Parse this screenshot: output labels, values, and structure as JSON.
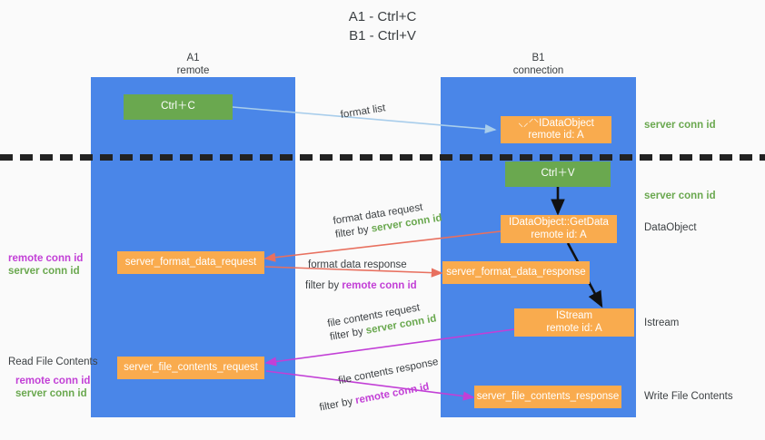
{
  "title": {
    "line1": "A1 - Ctrl+C",
    "line2": "B1 - Ctrl+V"
  },
  "lanes": [
    {
      "name": "A1",
      "sub": "remote"
    },
    {
      "name": "B1",
      "sub": "connection"
    }
  ],
  "boxes": {
    "ctrl_c": "Ctrl＋C",
    "ctrl_v": "Ctrl＋V",
    "idataobject": {
      "line1": "⸜⸝⸍⸌IDataObject",
      "line2": "remote id: A"
    },
    "getdata": {
      "line1": "IDataObject::GetData",
      "line2": "remote id: A"
    },
    "istream": {
      "line1": "IStream",
      "line2": "remote id: A"
    },
    "server_format_data_request": "server_format_data_request",
    "server_format_data_response": "server_format_data_response",
    "server_file_contents_request": "server_file_contents_request",
    "server_file_contents_response": "server_file_contents_response"
  },
  "edge_labels": {
    "format_list": "format list",
    "format_data_request": "format data request",
    "format_data_request_filter_prefix": "filter by ",
    "format_data_request_filter_value": "server conn id",
    "format_data_response": "format data response",
    "format_data_response_filter_prefix": "filter by ",
    "format_data_response_filter_value": "remote conn id",
    "file_contents_request": "file contents request",
    "file_contents_request_filter_prefix": "filter by ",
    "file_contents_request_filter_value": "server conn id",
    "file_contents_response": "file contents response",
    "file_contents_response_filter_prefix": "filter by ",
    "file_contents_response_filter_value": "remote conn id"
  },
  "right_labels": {
    "server_conn_id_top": "server conn id",
    "server_conn_id_mid": "server conn id",
    "dataobject": "DataObject",
    "istream": "Istream",
    "write_file_contents": "Write File Contents"
  },
  "left_labels": {
    "remote_conn_id_upper": "remote conn id",
    "server_conn_id_upper": "server conn id",
    "read_file_contents": "Read File Contents",
    "remote_conn_id_lower": "remote conn id",
    "server_conn_id_lower": "server conn id"
  },
  "colors": {
    "lane": "#4a86e8",
    "green_box": "#6aa84f",
    "orange_box": "#f9ab4e",
    "green_text": "#6aa84f",
    "magenta_text": "#c23fd6",
    "arrow_lightblue": "#a8cdeb",
    "arrow_red": "#e8705f",
    "arrow_black": "#111111",
    "arrow_magenta": "#c23fd6",
    "background": "#fafafa",
    "text": "#3c4043"
  }
}
